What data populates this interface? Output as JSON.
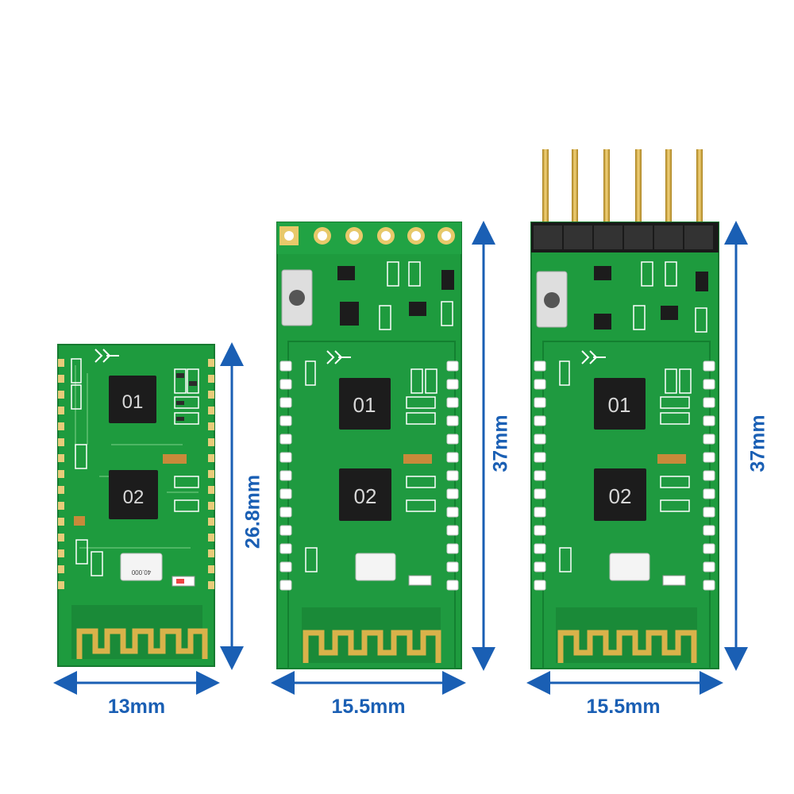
{
  "modules": [
    {
      "width_label": "13mm",
      "height_label": "26.8mm",
      "chip1_text": "01",
      "chip2_text": "02",
      "crystal_text": "40.000"
    },
    {
      "width_label": "15.5mm",
      "height_label": "37mm",
      "chip1_text": "01",
      "chip2_text": "02"
    },
    {
      "width_label": "15.5mm",
      "height_label": "37mm",
      "chip1_text": "01",
      "chip2_text": "02"
    }
  ],
  "colors": {
    "pcb": "#1e9b3e",
    "pcb_dark": "#157a2f",
    "chip": "#1c1c1c",
    "gold": "#d9b24a",
    "dimension": "#1a5fb4"
  }
}
